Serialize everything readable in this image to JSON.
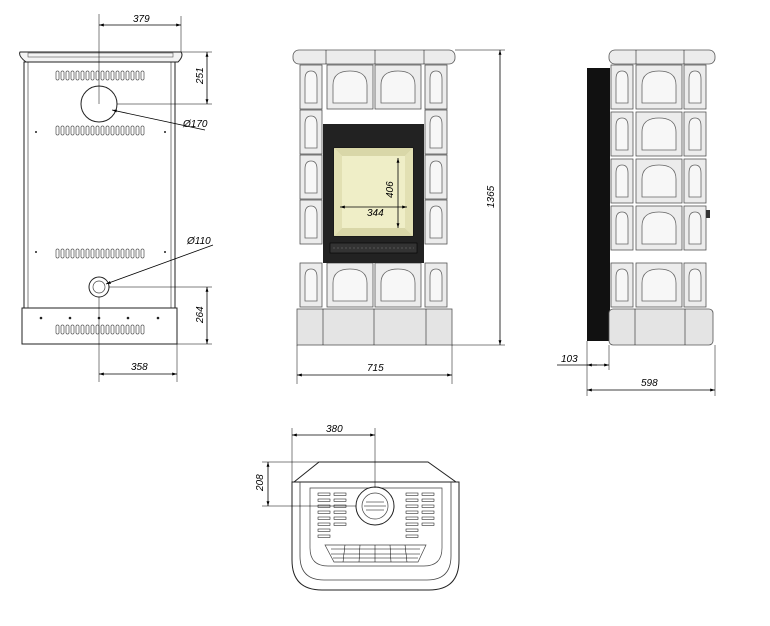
{
  "colors": {
    "line": "#000000",
    "tile_fill": "#ececec",
    "tile_highlight": "#f7f7f7",
    "firebox": "#222222",
    "glass": "#efeec7",
    "side_panel": "#111111"
  },
  "dimensions": {
    "rear_top_width": "379",
    "rear_upper_height": "251",
    "rear_large_flue": "Ø170",
    "rear_small_flue": "Ø110",
    "rear_lower_height": "264",
    "rear_bottom_width": "358",
    "front_glass_height": "406",
    "front_glass_width": "344",
    "front_total_height": "1365",
    "front_total_width": "715",
    "side_offset": "103",
    "side_depth": "598",
    "plan_offset_x": "380",
    "plan_offset_y": "208"
  }
}
